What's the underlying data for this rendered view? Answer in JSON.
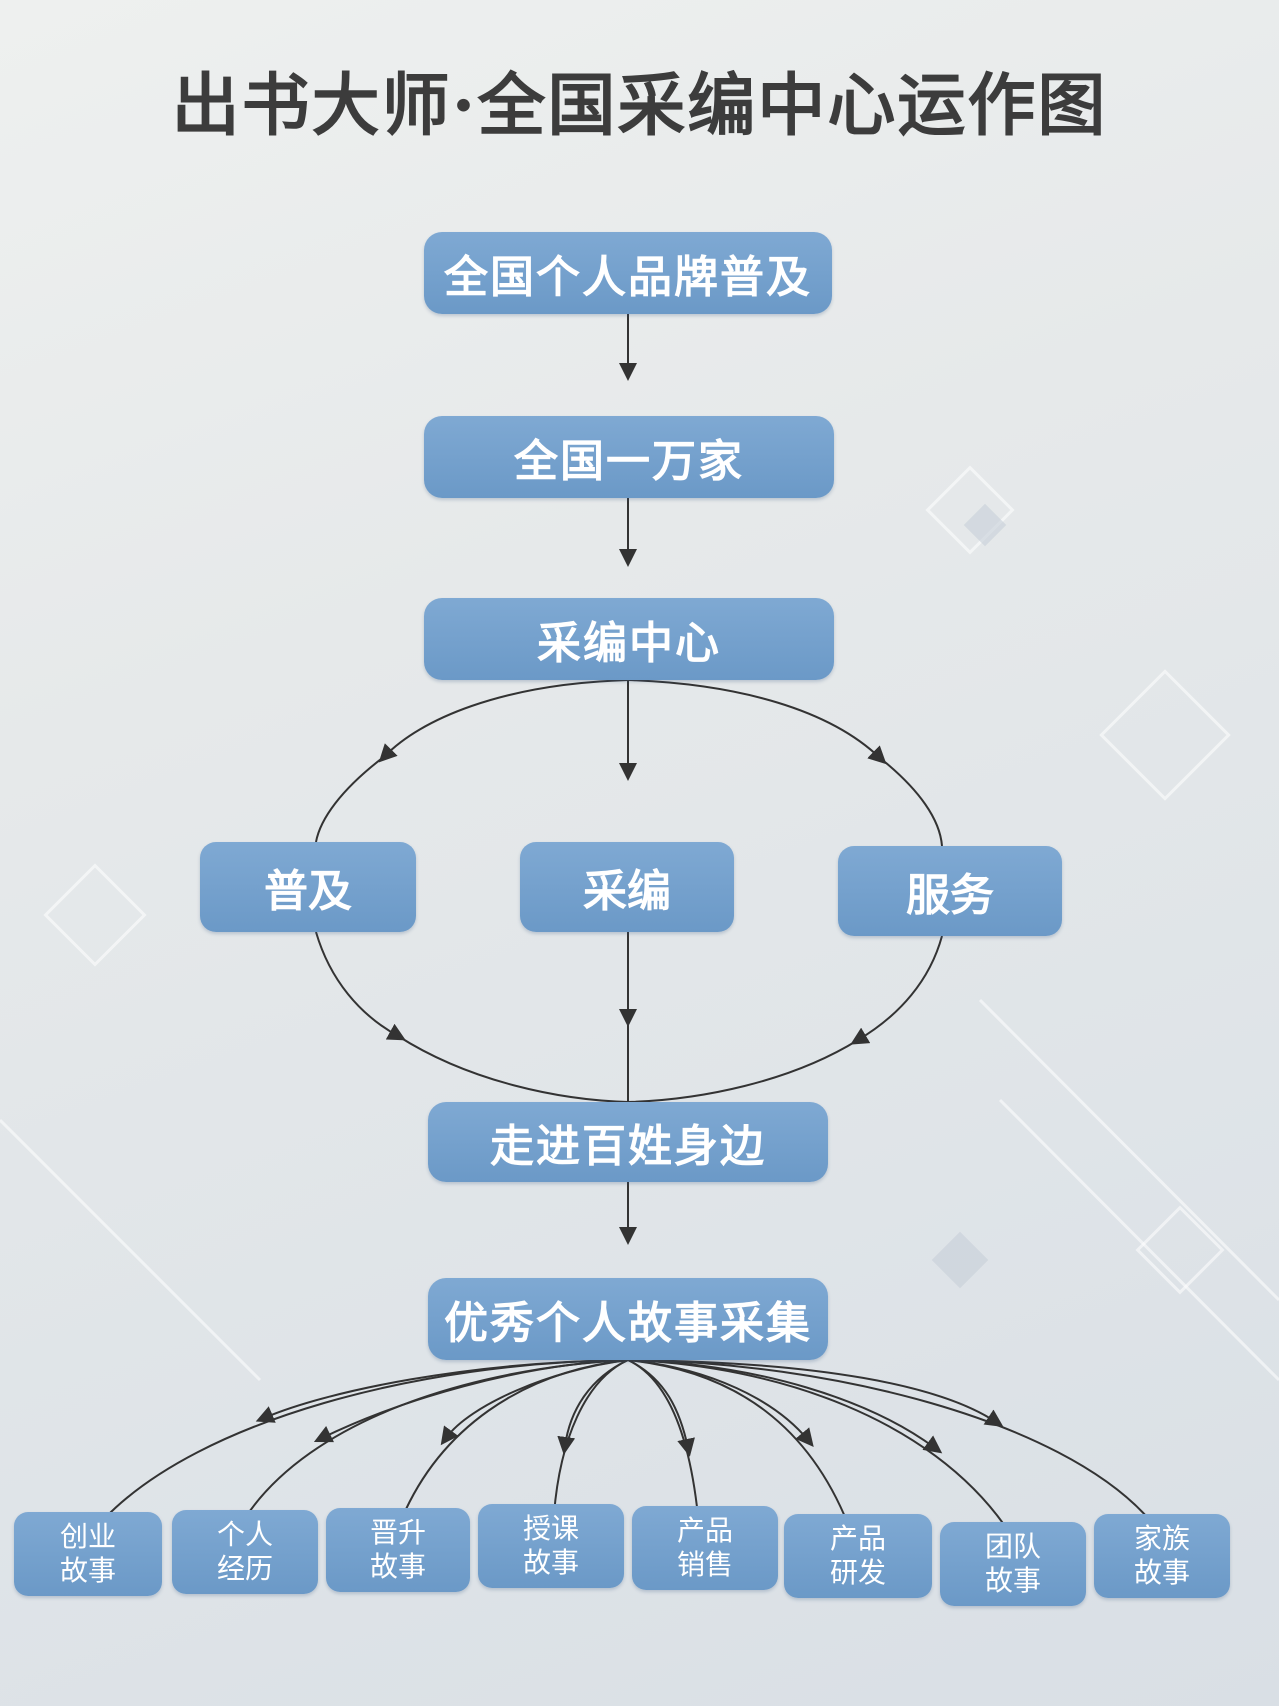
{
  "title": "出书大师·全国采编中心运作图",
  "flow": {
    "top": "全国个人品牌普及",
    "second": "全国一万家",
    "center": "采编中心",
    "branches": {
      "left": "普及",
      "middle": "采编",
      "right": "服务"
    },
    "converge": "走进百姓身边",
    "collect": "优秀个人故事采集"
  },
  "stories": [
    {
      "line1": "创业",
      "line2": "故事"
    },
    {
      "line1": "个人",
      "line2": "经历"
    },
    {
      "line1": "晋升",
      "line2": "故事"
    },
    {
      "line1": "授课",
      "line2": "故事"
    },
    {
      "line1": "产品",
      "line2": "销售"
    },
    {
      "line1": "产品",
      "line2": "研发"
    },
    {
      "line1": "团队",
      "line2": "故事"
    },
    {
      "line1": "家族",
      "line2": "故事"
    }
  ],
  "colors": {
    "box": "#6f9dca",
    "line": "#333333",
    "title": "#3c3c3c"
  }
}
